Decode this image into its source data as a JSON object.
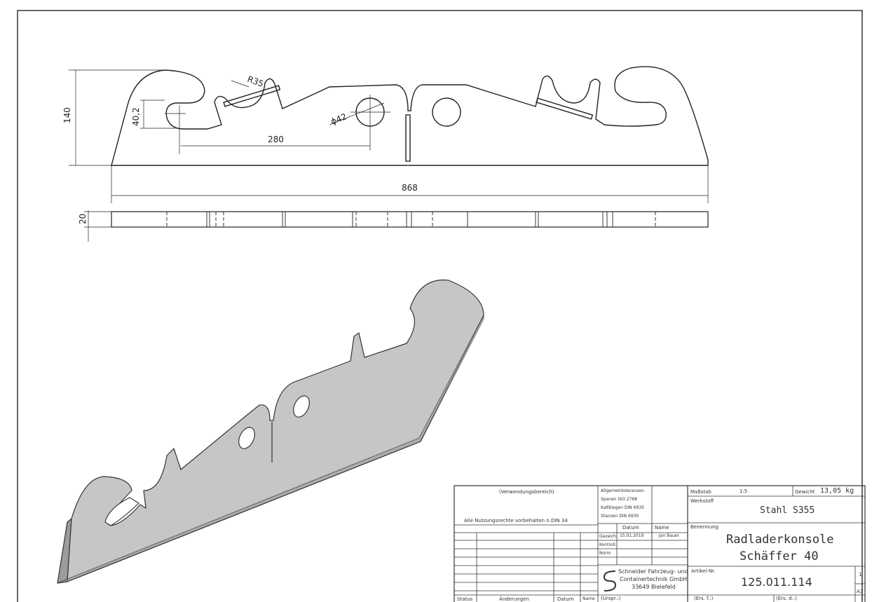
{
  "dimensions": {
    "height": "140",
    "hook_opening": "40,2",
    "radius": "R35",
    "hole_diameter": "ϕ42",
    "hole_distance": "280",
    "length": "868",
    "thickness": "20"
  },
  "title_block": {
    "usage_area": "(Verwendungsbereich)",
    "rights_notice": "Alle Nutzungsrechte  vorbehalten n.DIN 34",
    "tolerances": [
      "Allgemeintoleranzen",
      "Spanen ISO 2768",
      "Kaltbiegen DIN 6935",
      "Stanzen DIN 6930"
    ],
    "header_datum": "Datum",
    "header_name": "Name",
    "drawn_label": "Gezeich.",
    "drawn_date": "15.01.2019",
    "drawn_name": "Jan Bauer",
    "checked_label": "Kontroll.",
    "norm_label": "Norm",
    "company": [
      "Schneider Fahrzeug- und",
      "Containertechnik GmbH",
      "33649 Bielefeld"
    ],
    "origin_label": "(Urspr.:)",
    "status_label": "Status",
    "changes_label": "Änderungen",
    "changes_date_label": "Datum",
    "changes_name_label": "Name",
    "scale_label": "Maßstab",
    "scale_value": "1:5",
    "weight_label": "Gewicht",
    "weight_value": "13,05 kg",
    "material_label": "Werkstoff",
    "material_value": "Stahl S355",
    "designation_label": "Benennung",
    "designation_line1": "Radladerkonsole",
    "designation_line2": "Schäffer 40",
    "article_label": "Artikel-Nr.",
    "article_value": "125.011.114",
    "replacement_for": "(Ers. f.:)",
    "replaced_by": "(Ers. d.:)",
    "sheet": "1",
    "format": "A3"
  }
}
